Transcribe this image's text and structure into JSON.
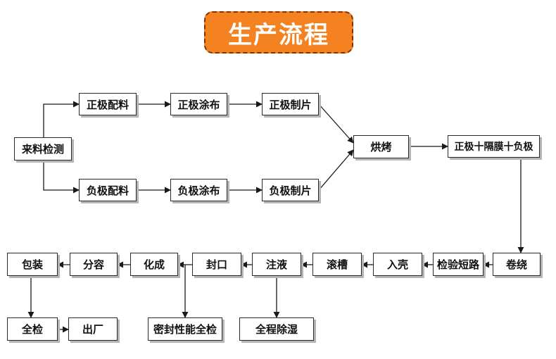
{
  "title": "生产流程",
  "colors": {
    "title_bg": "#f58220",
    "line": "#1a1a1a",
    "shadow": "#b5b5b5"
  },
  "nodes": {
    "incoming": "来料检测",
    "pos_mix": "正极配料",
    "pos_coat": "正极涂布",
    "pos_sheet": "正极制片",
    "neg_mix": "负极配料",
    "neg_coat": "负极涂布",
    "neg_sheet": "负极制片",
    "bake": "烘烤",
    "stack": "正极十隔膜十负极",
    "wind": "卷绕",
    "short_test": "检验短路",
    "insert": "入壳",
    "groove": "滚槽",
    "fill": "注液",
    "seal": "封口",
    "formation": "化成",
    "grading": "分容",
    "pack": "包装",
    "full_check": "全检",
    "ship": "出厂",
    "seal_test": "密封性能全检",
    "dehumidify": "全程除湿"
  }
}
